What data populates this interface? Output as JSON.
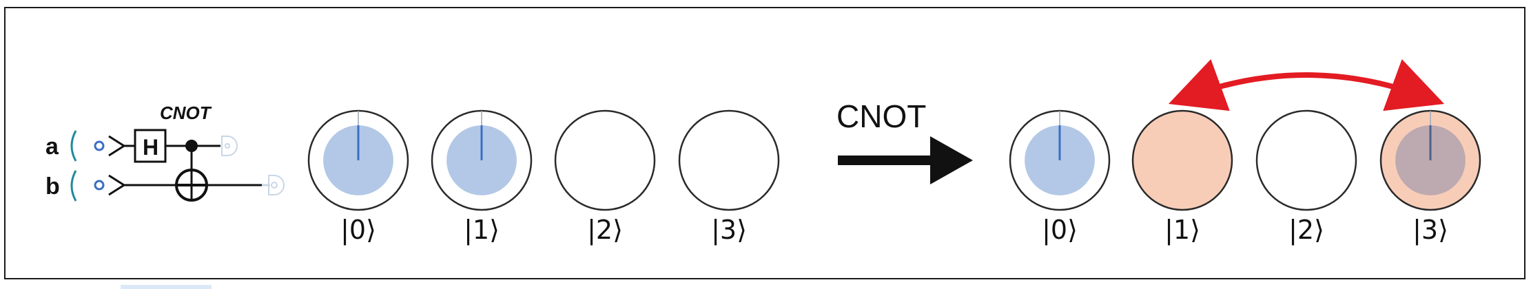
{
  "circuit": {
    "title": "CNOT",
    "wires": [
      "a",
      "b"
    ],
    "gate_label": "H"
  },
  "transition_label": "CNOT",
  "colors": {
    "amplitude_fill": "#b3c8e6",
    "phase_line": "#3a6fc2",
    "swapped_fill": "#f8cdb8",
    "swap_arrow": "#e31b23",
    "circle_stroke": "#2a2a2a"
  },
  "before": {
    "states": [
      {
        "label": "|0⟩",
        "magnitude": 0.707,
        "phase_deg": 0
      },
      {
        "label": "|1⟩",
        "magnitude": 0.707,
        "phase_deg": 0
      },
      {
        "label": "|2⟩",
        "magnitude": 0,
        "phase_deg": 0
      },
      {
        "label": "|3⟩",
        "magnitude": 0,
        "phase_deg": 0
      }
    ]
  },
  "after": {
    "states": [
      {
        "label": "|0⟩",
        "magnitude": 0.707,
        "phase_deg": 0,
        "highlight": false
      },
      {
        "label": "|1⟩",
        "magnitude": 0,
        "phase_deg": 0,
        "highlight": true
      },
      {
        "label": "|2⟩",
        "magnitude": 0,
        "phase_deg": 0,
        "highlight": false
      },
      {
        "label": "|3⟩",
        "magnitude": 0.707,
        "phase_deg": 0,
        "highlight": true
      }
    ],
    "swap": [
      "|1⟩",
      "|3⟩"
    ]
  }
}
